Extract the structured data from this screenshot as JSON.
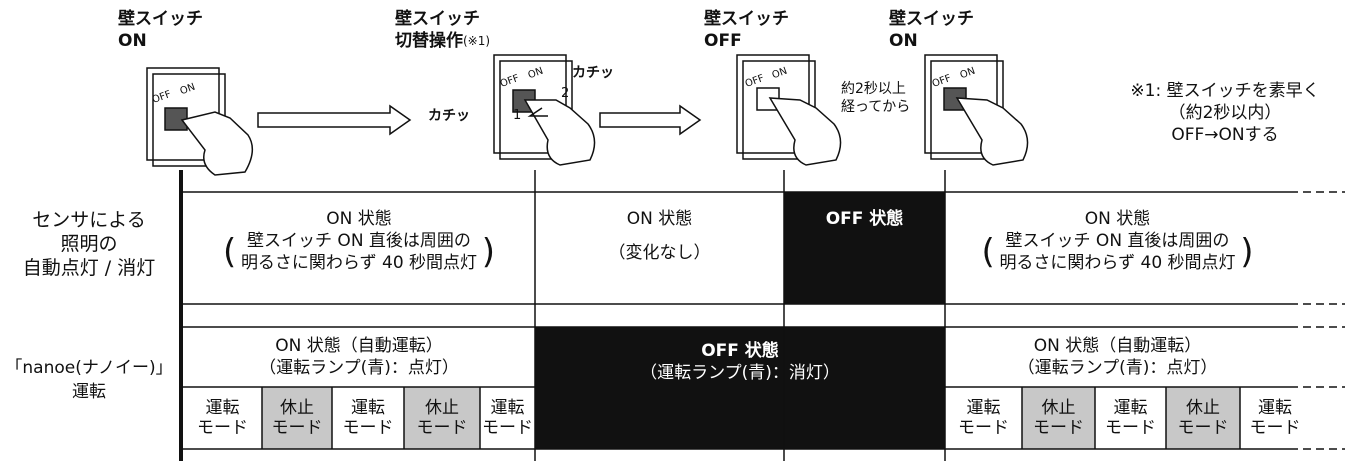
{
  "steps": [
    {
      "label_1": "壁スイッチ",
      "label_2": "ON"
    },
    {
      "label_1": "壁スイッチ",
      "label_2": "切替操作",
      "sup": "(※1)"
    },
    {
      "label_1": "壁スイッチ",
      "label_2": "OFF"
    },
    {
      "label_1": "壁スイッチ",
      "label_2": "ON"
    }
  ],
  "switch_text": {
    "off": "OFF",
    "on": "ON"
  },
  "click_sound": "カチッ",
  "switch_order": [
    "1",
    "2"
  ],
  "wait_note": [
    "約2秒以上",
    "経ってから"
  ],
  "footnote": [
    "※1: 壁スイッチを素早く",
    "（約2秒以内）",
    "OFF→ONする"
  ],
  "rows": {
    "lighting": {
      "label": [
        "センサによる",
        "照明の",
        "自動点灯 / 消灯"
      ],
      "cells": [
        {
          "title": "ON 状態",
          "detail": [
            "壁スイッチ ON 直後は周囲の",
            "明るさに関わらず 40 秒間点灯"
          ]
        },
        {
          "title": "ON 状態",
          "detail": [
            "（変化なし）"
          ]
        },
        {
          "title": "OFF 状態"
        },
        {
          "title": "ON 状態",
          "detail": [
            "壁スイッチ ON 直後は周囲の",
            "明るさに関わらず 40 秒間点灯"
          ]
        }
      ]
    },
    "nanoe": {
      "label": [
        "「nanoe(ナノイー)」",
        "運転"
      ],
      "cells": [
        {
          "title": "ON 状態（自動運転）",
          "detail": "（運転ランプ(青)：点灯）"
        },
        {
          "title": "OFF 状態",
          "detail": "（運転ランプ(青)：消灯）"
        },
        {
          "title": "ON 状態（自動運転）",
          "detail": "（運転ランプ(青)：点灯）"
        }
      ],
      "modes": [
        {
          "l1": "運転",
          "l2": "モード"
        },
        {
          "l1": "休止",
          "l2": "モード"
        },
        {
          "l1": "運転",
          "l2": "モード"
        },
        {
          "l1": "休止",
          "l2": "モード"
        },
        {
          "l1": "運転",
          "l2": "モード"
        }
      ]
    }
  }
}
